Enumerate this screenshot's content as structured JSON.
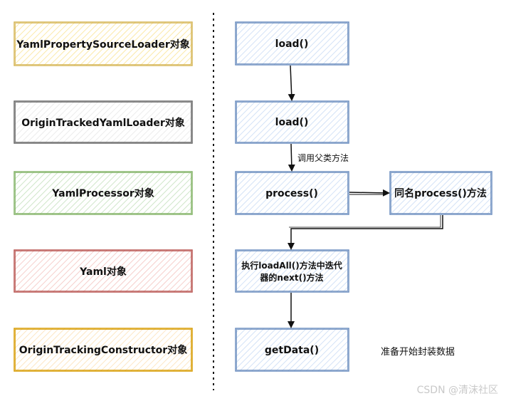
{
  "colors": {
    "yellow_fill": "#fff3cc",
    "yellow_stroke": "#d6b656",
    "gray_fill": "#f5f5f5",
    "gray_stroke": "#666666",
    "green_fill": "#d5e8d4",
    "green_stroke": "#82b366",
    "red_fill": "#f8cecc",
    "red_stroke": "#b85450",
    "orange_fill": "#ffe6cc",
    "orange_stroke": "#d79b00",
    "blue_fill": "#dae8fc",
    "blue_stroke": "#6c8ebf"
  },
  "objects": [
    {
      "label": "YamlPropertySourceLoader对象"
    },
    {
      "label": "OriginTrackedYamlLoader对象"
    },
    {
      "label": "YamlProcessor对象"
    },
    {
      "label": "Yaml对象"
    },
    {
      "label": "OriginTrackingConstructor对象"
    }
  ],
  "steps": [
    {
      "label": "load()"
    },
    {
      "label": "load()"
    },
    {
      "label": "process()"
    },
    {
      "label_line1": "执行loadAll()方法中迭代",
      "label_line2": "器的next()方法"
    },
    {
      "label": "getData()"
    }
  ],
  "side_step": {
    "label": "同名process()方法"
  },
  "notes": {
    "call_parent": "调用父类方法",
    "prepare": "准备开始封装数据"
  },
  "watermark": "CSDN @清沫社区"
}
